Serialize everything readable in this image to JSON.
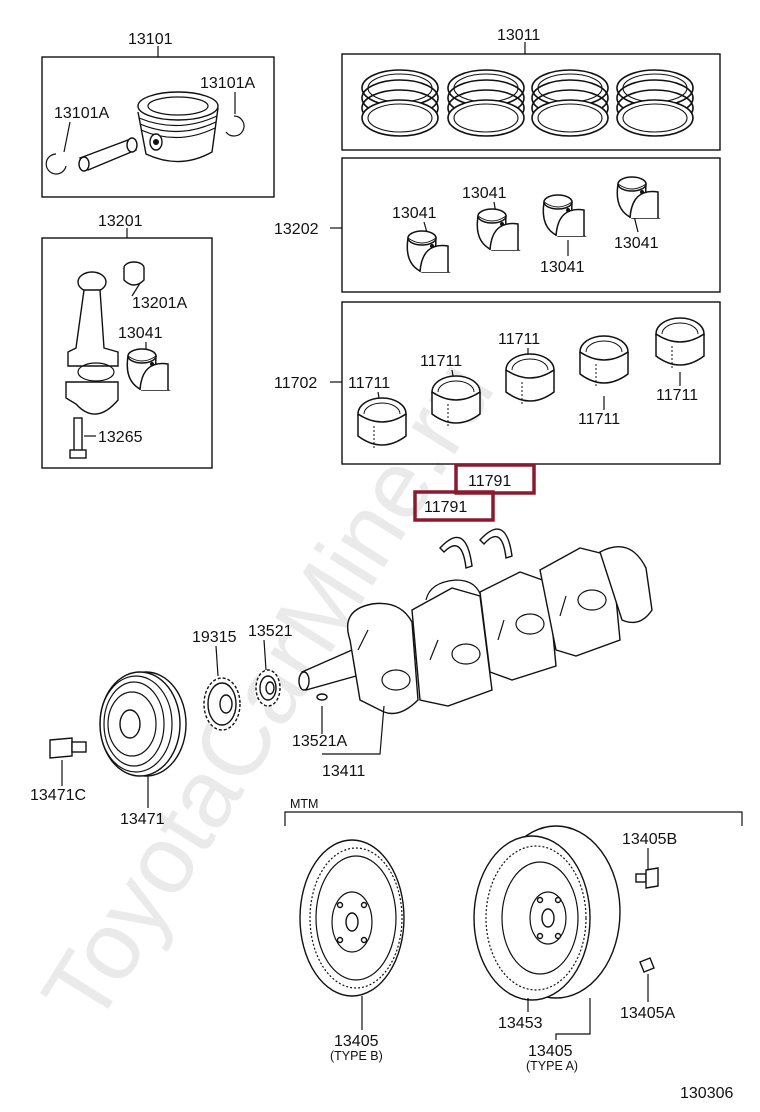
{
  "watermark": "ToyotaCarMine.ru",
  "diagram_id": "130306",
  "colors": {
    "highlight": "#8b1a2e",
    "line": "#111111",
    "watermark": "#d8d8d8"
  },
  "groups": {
    "piston": {
      "title": "13101",
      "pin_clip_left": "13101A",
      "pin_clip_right": "13101A"
    },
    "rings": {
      "title": "13011"
    },
    "rod": {
      "title": "13201",
      "bushing": "13201A",
      "bearing": "13041",
      "bolt": "13265"
    },
    "rod_bearings": {
      "group": "13202",
      "b1": "13041",
      "b2": "13041",
      "b3": "13041",
      "b4": "13041"
    },
    "main_bearings": {
      "group": "11702",
      "b1": "11711",
      "b2": "11711",
      "b3": "11711",
      "b4": "11711",
      "b5": "11711"
    }
  },
  "thrust_washers": {
    "upper": "11791",
    "lower": "11791"
  },
  "crank": {
    "timing_gear": "19315",
    "key": "13521",
    "key_a": "13521A",
    "crankshaft": "13411",
    "pulley": "13471",
    "pulley_bolt": "13471C"
  },
  "flywheel_section": {
    "title": "MTM",
    "bolt": "13405B",
    "pin": "13405A",
    "ring_gear": "13453",
    "flywheel_b": "13405",
    "flywheel_b_type": "(TYPE B)",
    "flywheel_a": "13405",
    "flywheel_a_type": "(TYPE A)"
  }
}
